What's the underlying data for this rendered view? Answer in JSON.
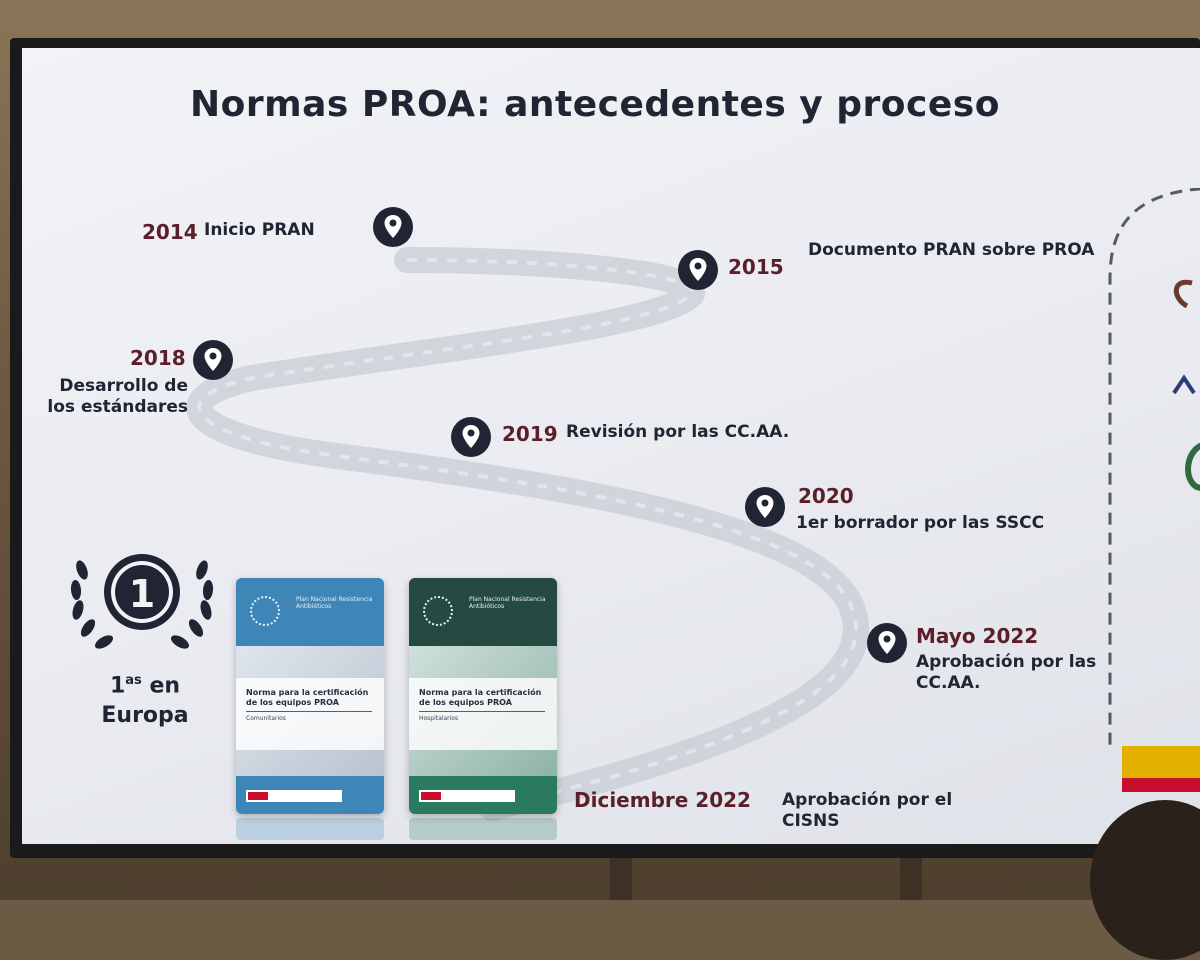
{
  "slide": {
    "title": "Normas PROA: antecedentes y proceso"
  },
  "milestones": [
    {
      "year": "2014",
      "label": "Inicio PRAN"
    },
    {
      "year": "2015",
      "label": "Documento PRAN sobre PROA"
    },
    {
      "year": "2018",
      "label": "Desarrollo de los estándares"
    },
    {
      "year": "2019",
      "label": "Revisión por las CC.AA."
    },
    {
      "year": "2020",
      "label": "1er borrador por las SSCC"
    },
    {
      "year": "Mayo 2022",
      "label": "Aprobación por las CC.AA."
    },
    {
      "year": "Diciembre 2022",
      "label": "Aprobación por el CISNS"
    }
  ],
  "award": {
    "rank": "1",
    "line1_pre": "1",
    "line1_sup": "as",
    "line1_post": " en",
    "line2": "Europa"
  },
  "books": [
    {
      "plan": "Plan Nacional Resistencia Antibióticos",
      "title": "Norma para la certificación de los equipos PROA",
      "subtitle": "Comunitarios"
    },
    {
      "plan": "Plan Nacional Resistencia Antibióticos",
      "title": "Norma para la certificación de los equipos PROA",
      "subtitle": "Hospitalarios"
    }
  ],
  "colors": {
    "year": "#5a1f2a",
    "text": "#1f2533",
    "pin": "#1f2533",
    "book_blue": "#3f86b8",
    "book_green": "#2a7a60"
  },
  "icons": {
    "pin": "map-pin-icon",
    "laurel": "laurel-wreath-icon"
  }
}
